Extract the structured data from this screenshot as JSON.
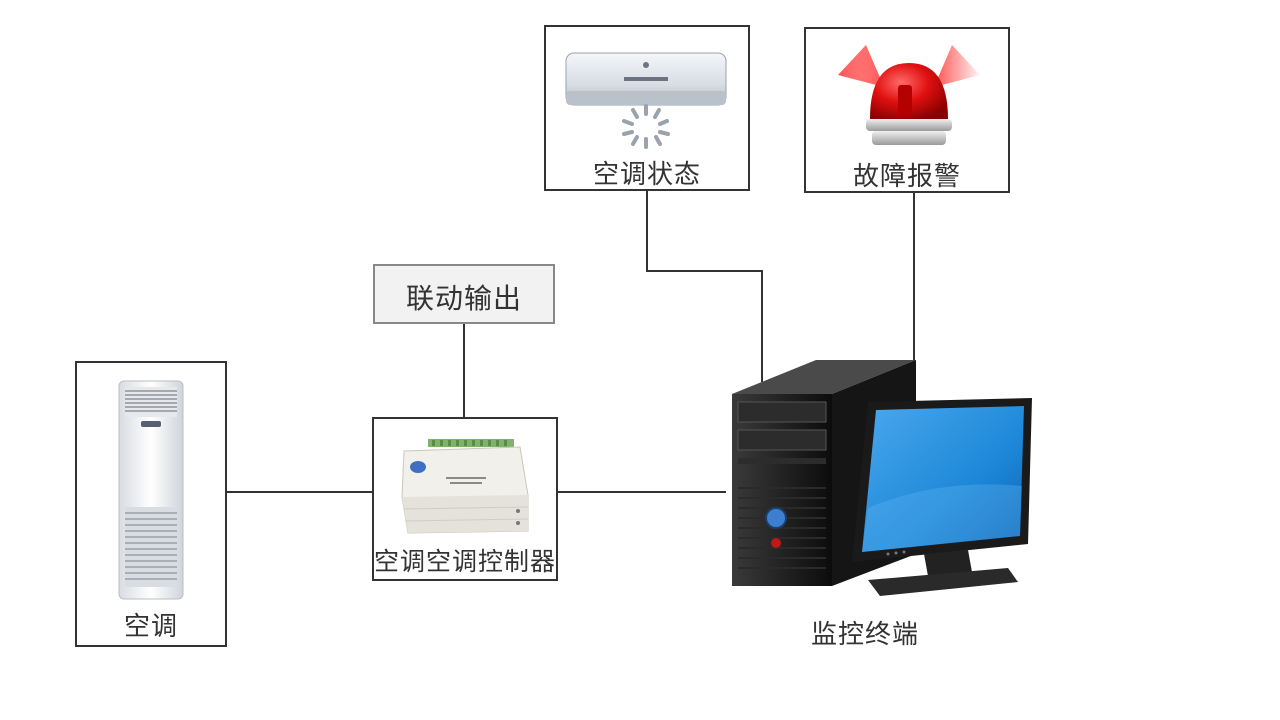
{
  "diagram": {
    "nodes": {
      "ac_status": {
        "label": "空调状态",
        "icon": "wall-air-conditioner-icon"
      },
      "fault_alarm": {
        "label": "故障报警",
        "icon": "alarm-beacon-icon"
      },
      "linkage_output": {
        "label": "联动输出"
      },
      "controller": {
        "label": "空调空调控制器",
        "icon": "controller-module-icon"
      },
      "ac_unit": {
        "label": "空调",
        "icon": "floor-air-conditioner-icon"
      },
      "monitor_terminal": {
        "label": "监控终端",
        "icon": "desktop-computer-icon"
      }
    },
    "connections": [
      {
        "from": "ac_unit",
        "to": "controller"
      },
      {
        "from": "linkage_output",
        "to": "controller"
      },
      {
        "from": "controller",
        "to": "monitor_terminal"
      },
      {
        "from": "ac_status",
        "to": "monitor_terminal"
      },
      {
        "from": "fault_alarm",
        "to": "monitor_terminal"
      }
    ],
    "colors": {
      "line": "#333333",
      "alarm_red": "#e01010",
      "screen_blue": "#1e88d8"
    }
  }
}
